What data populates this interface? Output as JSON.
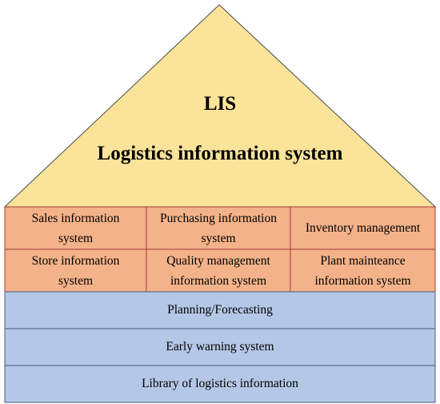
{
  "roof": {
    "acronym": "LIS",
    "full_name": "Logistics information system",
    "fill": "#fbe49a"
  },
  "subsystems": {
    "fill": "#f3b289",
    "border": "#a03a3a",
    "rows": [
      [
        {
          "line1": "Sales information",
          "line2": "system"
        },
        {
          "line1": "Purchasing information",
          "line2": "system"
        },
        {
          "line1": "Inventory management",
          "line2": ""
        }
      ],
      [
        {
          "line1": "Store information",
          "line2": "system"
        },
        {
          "line1": "Quality management",
          "line2": "information system"
        },
        {
          "line1": "Plant mainteance",
          "line2": "information system"
        }
      ]
    ]
  },
  "foundation": {
    "fill": "#b4c7e6",
    "layers": [
      "Planning/Forecasting",
      "Early warning system",
      "Library of logistics information"
    ]
  }
}
